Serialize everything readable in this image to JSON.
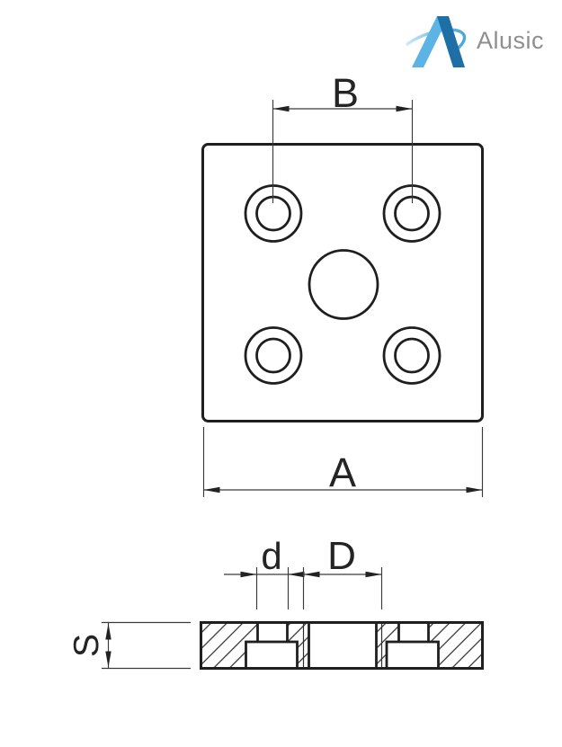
{
  "logo": {
    "brand": "Alusic"
  },
  "dimensions": {
    "hole_spacing": "B",
    "plate_width": "A",
    "corner_hole_diameter": "d",
    "center_hole_diameter": "D",
    "plate_thickness": "S"
  },
  "colors": {
    "line": "#1f1f1f",
    "thin_line": "#3a3a3a",
    "logo_text": "#8F8F8F",
    "logo_light_blue": "#5BB4E5",
    "logo_dark_blue": "#1F6FA7",
    "logo_swoosh_start": "#C9E6F6",
    "logo_swoosh_end": "#54ABDC"
  }
}
